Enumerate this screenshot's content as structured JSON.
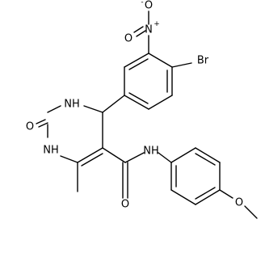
{
  "molecule": {
    "atoms": {
      "nitro_n": {
        "symbol": "N",
        "charge": "+"
      },
      "nitro_o_top": {
        "symbol": "O",
        "charge": "-"
      },
      "nitro_o_left": {
        "symbol": "O",
        "charge": ""
      },
      "bromine": {
        "symbol": "Br"
      },
      "ring_nh_upper": {
        "symbol": "NH"
      },
      "ring_nh_lower": {
        "symbol": "NH"
      },
      "carbonyl_o_ring": {
        "symbol": "O"
      },
      "amide_nh": {
        "symbol": "NH"
      },
      "amide_o": {
        "symbol": "O"
      },
      "methoxy_o": {
        "symbol": "O"
      }
    }
  }
}
